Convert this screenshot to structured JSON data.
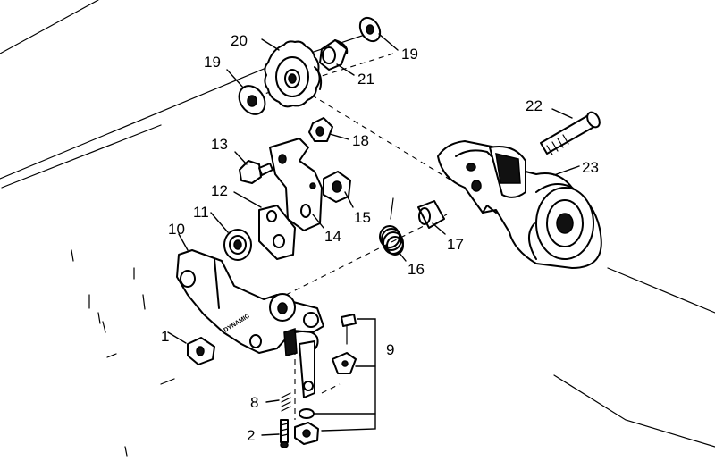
{
  "figure": {
    "brand_text": "DYNAMIC",
    "labels": [
      {
        "id": "20",
        "text": "20"
      },
      {
        "id": "19a",
        "text": "19"
      },
      {
        "id": "19b",
        "text": "19"
      },
      {
        "id": "21",
        "text": "21"
      },
      {
        "id": "22",
        "text": "22"
      },
      {
        "id": "23",
        "text": "23"
      },
      {
        "id": "18",
        "text": "18"
      },
      {
        "id": "13",
        "text": "13"
      },
      {
        "id": "12",
        "text": "12"
      },
      {
        "id": "11",
        "text": "11"
      },
      {
        "id": "10",
        "text": "10"
      },
      {
        "id": "15",
        "text": "15"
      },
      {
        "id": "14",
        "text": "14"
      },
      {
        "id": "17",
        "text": "17"
      },
      {
        "id": "16",
        "text": "16"
      },
      {
        "id": "9",
        "text": "9"
      },
      {
        "id": "8",
        "text": "8"
      },
      {
        "id": "2",
        "text": "2"
      },
      {
        "id": "1",
        "text": "1"
      }
    ]
  }
}
